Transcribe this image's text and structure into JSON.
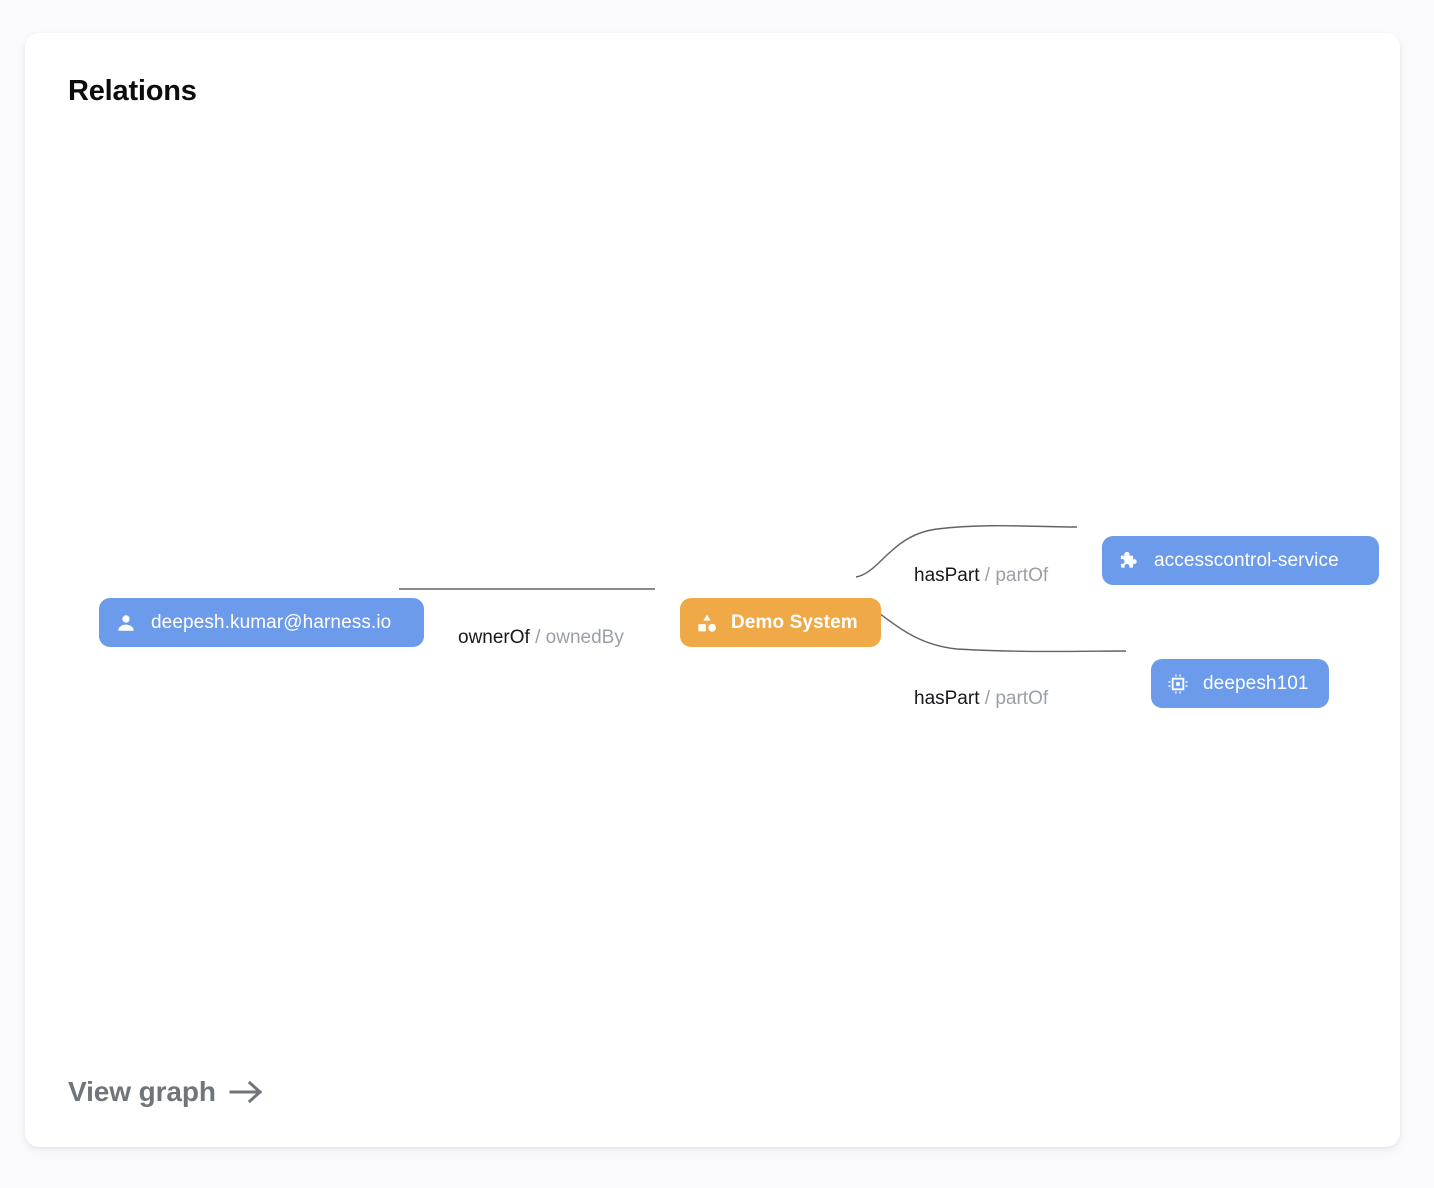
{
  "card": {
    "title": "Relations"
  },
  "footer": {
    "view_graph_label": "View graph",
    "arrow_icon": "arrow-right-icon"
  },
  "graph": {
    "nodes": [
      {
        "id": "person",
        "label": "deepesh.kumar@harness.io",
        "kind": "User",
        "icon": "person-icon",
        "color": "#6b9bea",
        "text_color": "#ffffff",
        "emphasis": "normal"
      },
      {
        "id": "system",
        "label": "Demo System",
        "kind": "System",
        "icon": "category-icon",
        "color": "#f0a947",
        "text_color": "#ffffff",
        "emphasis": "bold"
      },
      {
        "id": "component",
        "label": "accesscontrol-service",
        "kind": "Component",
        "icon": "puzzle-piece-icon",
        "color": "#6b9bea",
        "text_color": "#ffffff",
        "emphasis": "normal"
      },
      {
        "id": "resource",
        "label": "deepesh101",
        "kind": "Resource",
        "icon": "memory-chip-icon",
        "color": "#6b9bea",
        "text_color": "#ffffff",
        "emphasis": "normal"
      }
    ],
    "edges": [
      {
        "id": "edge-owner",
        "from": "person",
        "to": "system",
        "primary": "ownerOf",
        "separator": "/",
        "secondary": "ownedBy"
      },
      {
        "id": "edge-haspart-top",
        "from": "system",
        "to": "component",
        "primary": "hasPart",
        "separator": "/",
        "secondary": "partOf"
      },
      {
        "id": "edge-haspart-bottom",
        "from": "system",
        "to": "resource",
        "primary": "hasPart",
        "separator": "/",
        "secondary": "partOf"
      }
    ],
    "edge_color": "#5f6368"
  }
}
